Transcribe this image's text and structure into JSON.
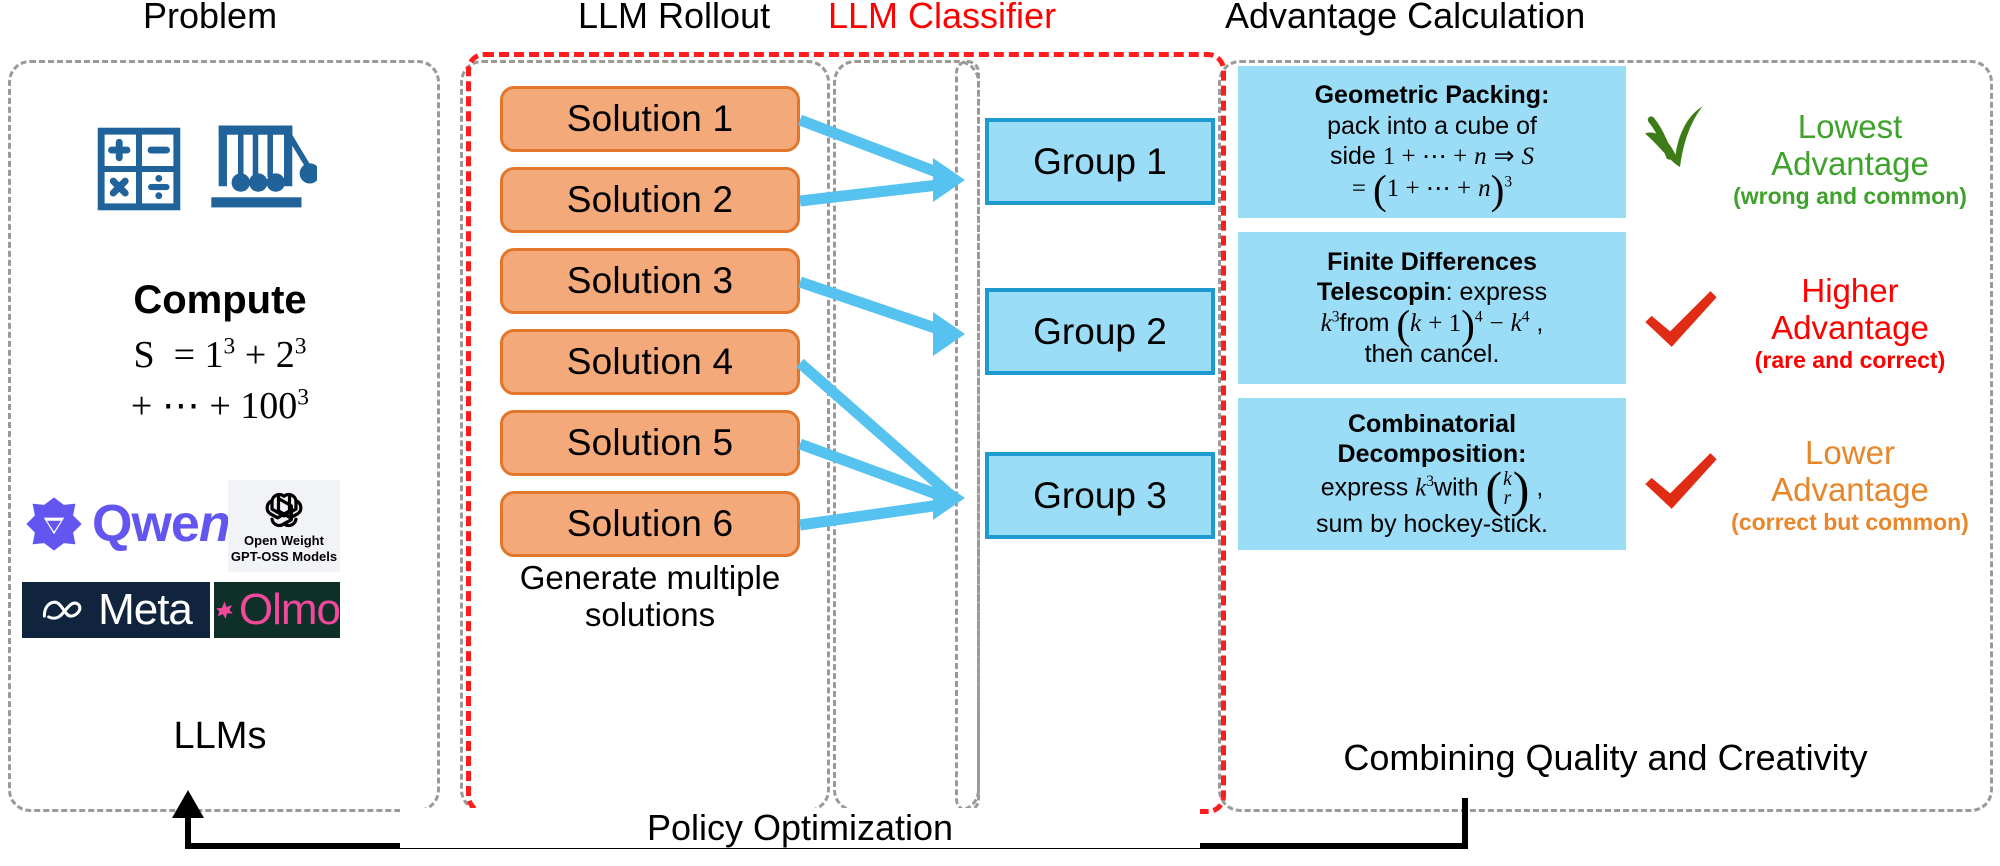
{
  "headings": {
    "problem": "Problem",
    "rollout": "LLM Rollout",
    "classifier": "LLM Classifier",
    "advantage": "Advantage Calculation"
  },
  "colors": {
    "classifier_red": "#FF0000",
    "dashed_gray": "#9A9A9A",
    "dashed_red": "#FF1C1C",
    "solution_fill": "#F4A97B",
    "solution_border": "#E2762A",
    "group_fill": "#9BDCF7",
    "group_border": "#1D9BD1",
    "arrow_blue": "#56C2F0",
    "green": "#3FA22C",
    "red": "#FF0000",
    "orange": "#E8862A",
    "dark_green_check": "#3E7C18",
    "red_check": "#E02B15",
    "icon_blue": "#20639B"
  },
  "problem": {
    "icons": [
      "calculator-icon",
      "newtons-cradle-icon"
    ],
    "compute_label": "Compute",
    "formula_line1": "S  = 1³ + 2³",
    "formula_line2": "+ ⋯ + 100³",
    "caption": "LLMs",
    "logos": {
      "qwen": "Qwen",
      "gpt_oss_line1": "Open Weight",
      "gpt_oss_line2": "GPT-OSS Models",
      "meta": "Meta",
      "olmo": "Olmo"
    }
  },
  "rollout": {
    "solutions": [
      "Solution 1",
      "Solution 2",
      "Solution 3",
      "Solution 4",
      "Solution 5",
      "Solution 6"
    ],
    "caption_line1": "Generate multiple",
    "caption_line2": "solutions"
  },
  "classifier": {
    "groups": [
      "Group 1",
      "Group 2",
      "Group 3"
    ]
  },
  "advantage": {
    "caption": "Combining Quality and Creativity",
    "items": [
      {
        "title": "Geometric Packing:",
        "lines": [
          "pack into a cube of",
          "side 1 + ⋯ + n ⇒ S",
          "= (1 + ⋯ + n)³"
        ],
        "label_big_line1": "Lowest",
        "label_big_line2": "Advantage",
        "label_small": "(wrong and common)",
        "label_color": "#3FA22C",
        "check": "green-check-icon"
      },
      {
        "title": "Finite Differences",
        "title2": "Telescopin",
        "title2_rest": ": express",
        "lines": [
          "k³ from (k + 1)⁴ − k⁴ ,",
          "then cancel."
        ],
        "label_big_line1": "Higher",
        "label_big_line2": "Advantage",
        "label_small": "(rare and correct)",
        "label_color": "#FF0000",
        "check": "red-check-icon"
      },
      {
        "title": "Combinatorial",
        "title2": "Decomposition:",
        "lines": [
          "express k³ with (k over r) ,",
          "sum by hockey-stick."
        ],
        "label_big_line1": "Lower",
        "label_big_line2": "Advantage",
        "label_small": "(correct but common)",
        "label_color": "#E8862A",
        "check": "red-check-icon"
      }
    ]
  },
  "footer": {
    "policy_optimization": "Policy Optimization"
  }
}
